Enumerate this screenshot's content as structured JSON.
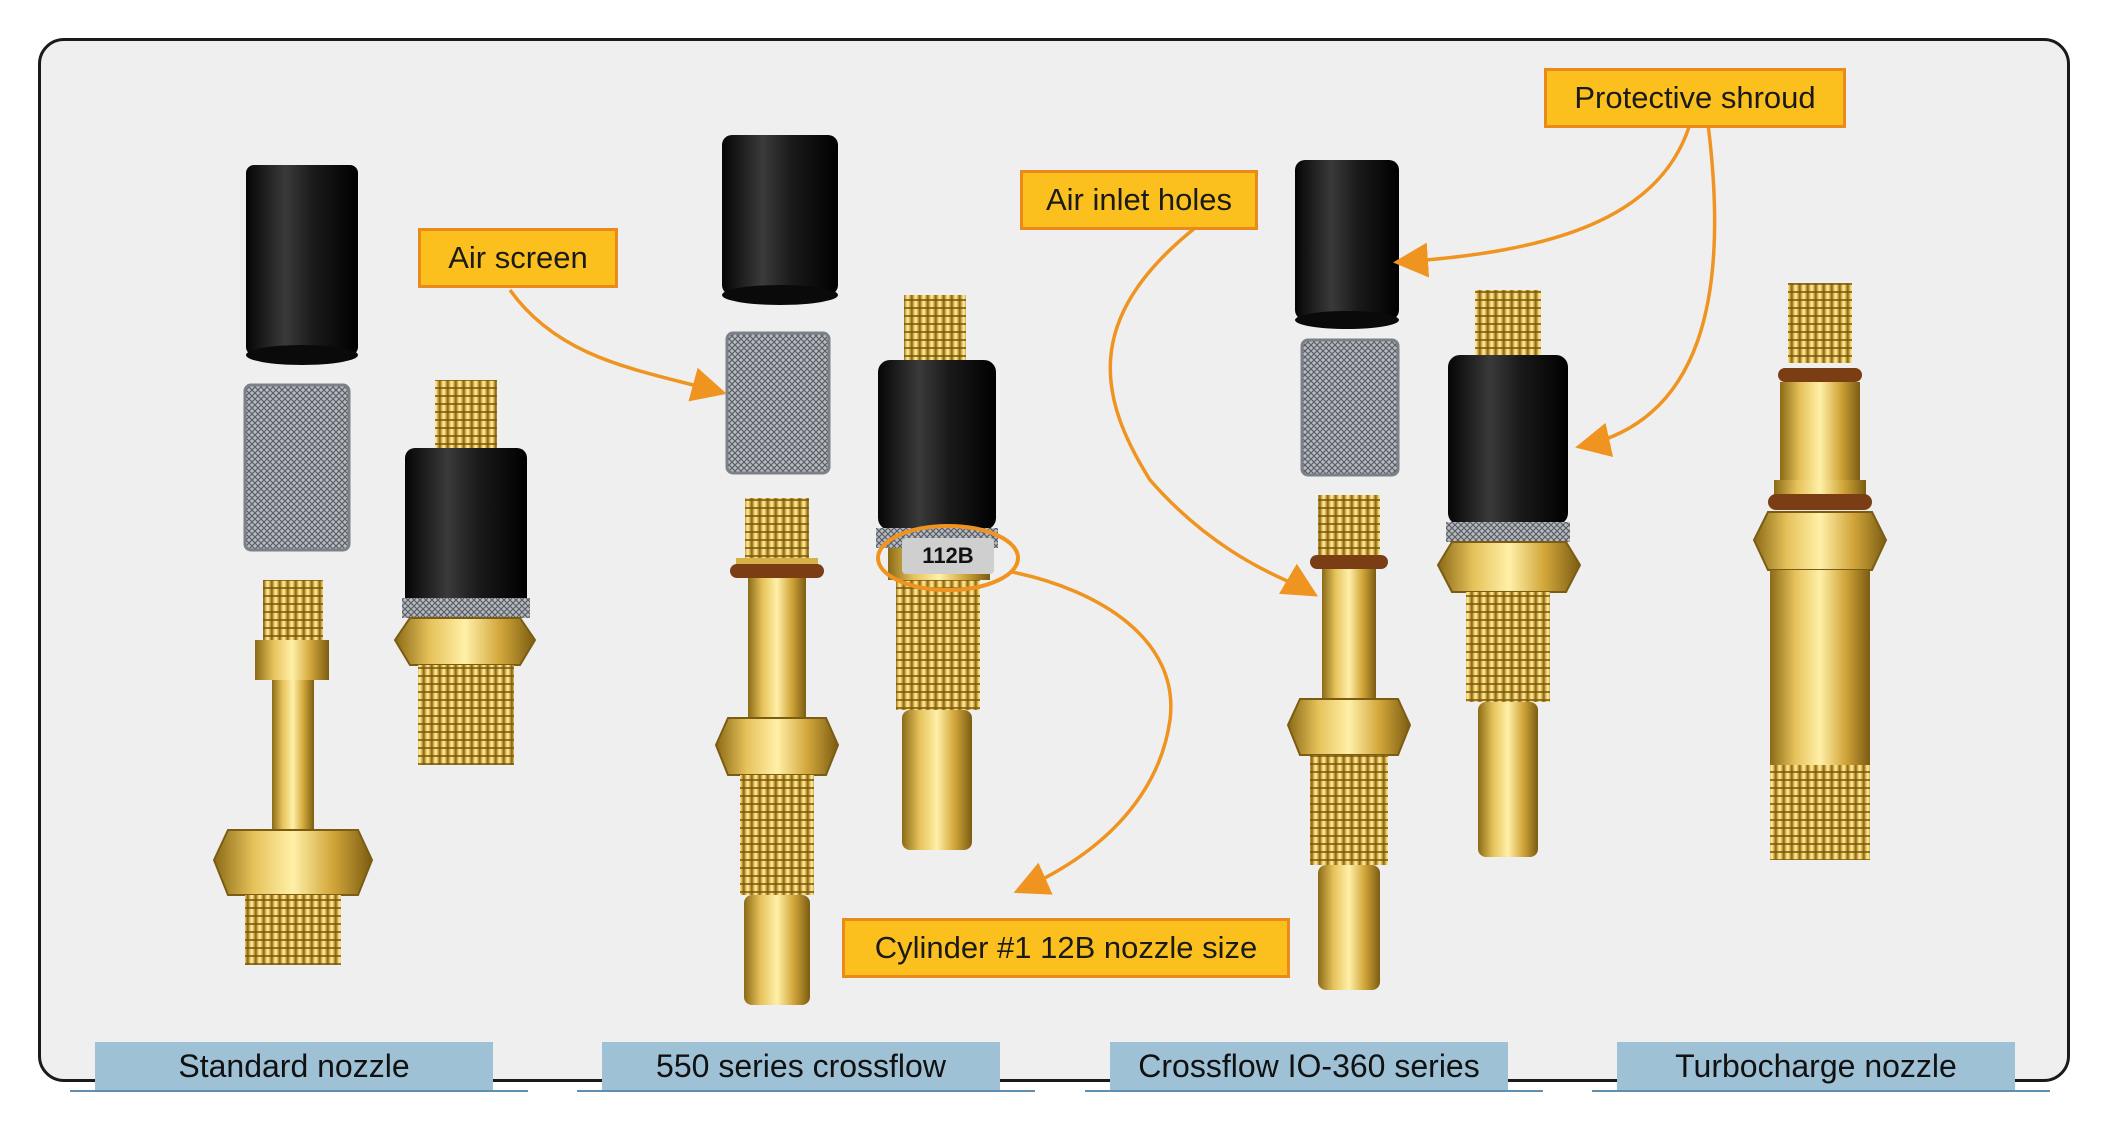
{
  "callouts": {
    "air_screen": "Air screen",
    "air_inlet_holes": "Air inlet holes",
    "protective_shroud": "Protective shroud",
    "nozzle_size": "Cylinder #1 12B nozzle size"
  },
  "size_stamp": "112B",
  "captions": [
    "Standard nozzle",
    "550 series crossflow",
    "Crossflow IO-360 series",
    "Turbocharge nozzle"
  ],
  "colors": {
    "callout_fill": "#fcc01e",
    "callout_border": "#e98a1a",
    "leader": "#ef9420",
    "caption_fill": "#9ec1d6",
    "caption_rule": "#5f8fb0",
    "brass": "#d4a93a",
    "shroud": "#141414"
  }
}
